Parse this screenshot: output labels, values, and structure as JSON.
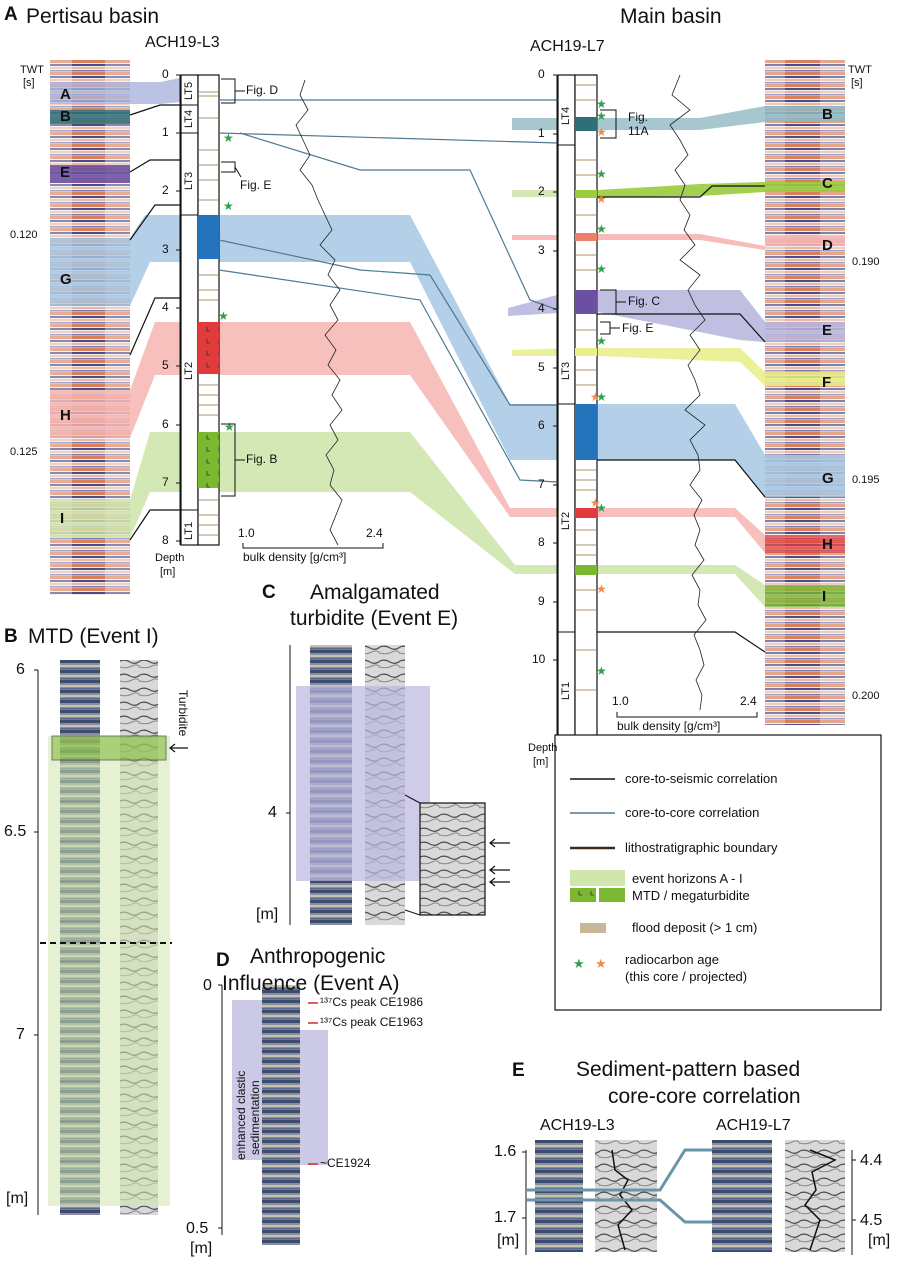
{
  "panel_a": {
    "label": "A",
    "left_title": "Pertisau basin",
    "right_title": "Main basin",
    "left_core": "ACH19-L3",
    "right_core": "ACH19-L7",
    "twt_label": "TWT",
    "twt_unit": "[s]",
    "left_twt": [
      "0.120",
      "0.125"
    ],
    "right_twt": [
      "0.190",
      "0.195",
      "0.200"
    ],
    "left_depth_ticks": [
      "0",
      "1",
      "2",
      "3",
      "4",
      "5",
      "6",
      "7",
      "8"
    ],
    "right_depth_ticks": [
      "0",
      "1",
      "2",
      "3",
      "4",
      "5",
      "6",
      "7",
      "8",
      "9",
      "10"
    ],
    "left_units": [
      "LT5",
      "LT4",
      "LT3",
      "LT2",
      "LT1"
    ],
    "right_units": [
      "LT4",
      "LT3",
      "LT2",
      "LT1"
    ],
    "depth_label": "Depth",
    "depth_unit": "[m]",
    "density_min": "1.0",
    "density_max": "2.4",
    "density_label": "bulk density [g/cm³]",
    "event_letters_left": [
      "A",
      "B",
      "E",
      "G",
      "H",
      "I"
    ],
    "event_letters_right": [
      "B",
      "C",
      "D",
      "E",
      "F",
      "G",
      "H",
      "I"
    ],
    "fig_refs_left": [
      "Fig. D",
      "Fig. E",
      "Fig. B"
    ],
    "fig_refs_right": [
      "Fig.",
      "11A",
      "Fig. C",
      "Fig. E"
    ]
  },
  "panel_b": {
    "label": "B",
    "title": "MTD (Event I)",
    "ticks": [
      "6",
      "6.5",
      "7"
    ],
    "unit": "[m]",
    "annotation": "Turbidite"
  },
  "panel_c": {
    "label": "C",
    "title_line1": "Amalgamated",
    "title_line2": "turbidite (Event E)",
    "tick": "4",
    "unit": "[m]"
  },
  "panel_d": {
    "label": "D",
    "title_line1": "Anthropogenic",
    "title_line2": "Influence (Event A)",
    "ticks": [
      "0",
      "0.5"
    ],
    "unit": "[m]",
    "vertical_label_1": "enhanced clastic",
    "vertical_label_2": "sedimentation",
    "ann1": "¹³⁷Cs peak CE1986",
    "ann2": "¹³⁷Cs peak CE1963",
    "ann3": "~CE1924"
  },
  "panel_e": {
    "label": "E",
    "title_line1": "Sediment-pattern based",
    "title_line2": "core-core correlation",
    "left_core": "ACH19-L3",
    "right_core": "ACH19-L7",
    "left_ticks": [
      "1.6",
      "1.7"
    ],
    "right_ticks": [
      "4.4",
      "4.5"
    ],
    "unit": "[m]"
  },
  "legend": {
    "items": [
      "core-to-seismic correlation",
      "core-to-core correlation",
      "lithostratigraphic boundary",
      "event horizons A - I",
      "MTD / megaturbidite",
      "flood deposit (> 1 cm)",
      "radiocarbon age",
      "(this core / projected)"
    ]
  },
  "colors": {
    "A": "#a9b4dc",
    "B": "#2e6f78",
    "C": "#9acb3c",
    "D": "#ef7f6a",
    "E": "#6a4fa3",
    "F": "#e8ef86",
    "G": "#2374bb",
    "H": "#e23b3b",
    "I": "#7ab82f",
    "band_blue": "#a6c8e4",
    "band_red": "#f6b5b2",
    "band_green": "#cfe6ad",
    "band_purple": "#b9b7de",
    "band_teal": "#8fb9c1",
    "core2core": "#4e7a93",
    "green_star": "#2ca24a",
    "orange_star": "#f28a4a",
    "flood": "#c9b79a"
  }
}
